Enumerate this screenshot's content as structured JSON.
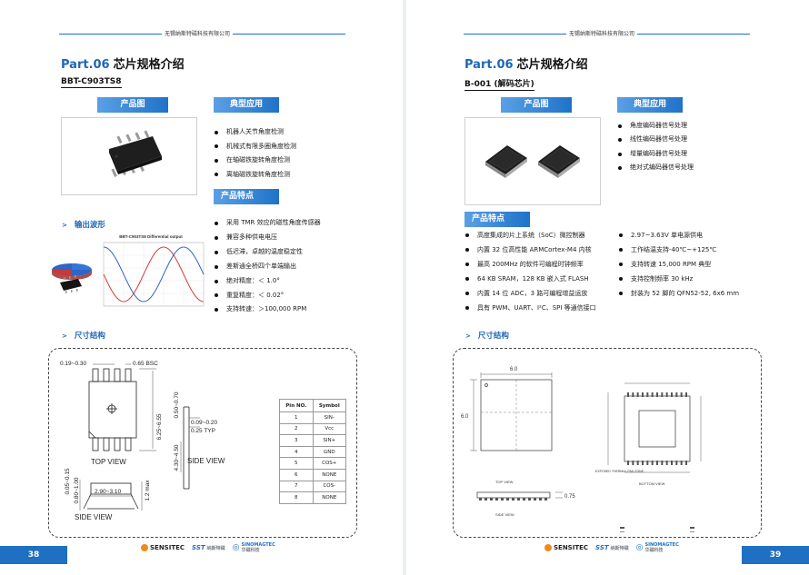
{
  "company": "无锡纳斯特磁科技有限公司",
  "left": {
    "part_label": "Part.06",
    "title": "芯片规格介绍",
    "model": "BBT-C903TS8",
    "product_image_label": "产品图",
    "typical_apps_label": "典型应用",
    "typical_apps": [
      "机器人关节角度检测",
      "机械式有限多圈角度检测",
      "在轴磁铁旋转角度检测",
      "离轴磁铁旋转角度检测"
    ],
    "features_label": "产品特点",
    "features": [
      "采用 TMR 效应的磁性角度传感器",
      "兼容多种供电电压",
      "低迟滞，卓越的温度稳定性",
      "差斯通全桥四个单端输出",
      "绝对精度：＜ 1.0°",
      "重复精度：＜ 0.02°",
      "支持转速：＞100,000 RPM"
    ],
    "waveform_label": "输出波形",
    "waveform_chart_title": "BBT-C903TS8 Differential output",
    "dimension_label": "尺寸结构",
    "dims": {
      "top_w": "0.19~0.30",
      "pitch": "0.65 BSC",
      "len": "6.25~6.55",
      "top_view": "TOP VIEW",
      "h1": "0.50~0.70",
      "h2": "0.09~0.20",
      "h3": "0.25 TYP",
      "h4": "4.30~4.50",
      "side_view_r": "SIDE VIEW",
      "sv1": "0.05~0.15",
      "sv2": "0.80~1.00",
      "sv3": "2.90~3.10",
      "sv4": "1.2 max",
      "side_view_b": "SIDE VIEW"
    },
    "pin_table": {
      "headers": [
        "Pin NO.",
        "Symbol"
      ],
      "rows": [
        [
          "1",
          "SIN-"
        ],
        [
          "2",
          "Vcc"
        ],
        [
          "3",
          "SIN+"
        ],
        [
          "4",
          "GND"
        ],
        [
          "5",
          "COS+"
        ],
        [
          "6",
          "NONE"
        ],
        [
          "7",
          "COS-"
        ],
        [
          "8",
          "NONE"
        ]
      ]
    },
    "page_number": "38"
  },
  "right": {
    "part_label": "Part.06",
    "title": "芯片规格介绍",
    "model": "B-001 (解码芯片)",
    "product_image_label": "产品图",
    "typical_apps_label": "典型应用",
    "typical_apps": [
      "角度编码器信号处理",
      "线性编码器信号处理",
      "增量编码器信号处理",
      "绝对式编码器信号处理"
    ],
    "features_label": "产品特点",
    "features_col1": [
      "高度集成的片上系统（SoC）微控制器",
      "内置 32 位高性能 ARMCortex-M4 内核",
      "最高 200MHz 的软件可编程时钟频率",
      "64 KB SRAM，128 KB 嵌入式 FLASH",
      "内置 14 位 ADC，3 路可编程增益运放",
      "具有 PWM、UART、I²C、SPI 等通信接口"
    ],
    "features_col2": [
      "2.97~3.63V 单电源供电",
      "工作结温支持-40℃~+125℃",
      "支持转速 15,000 RPM 典型",
      "支持控制频率 30 kHz",
      "封装为 52 脚的 QFN52-52, 6x6 mm"
    ],
    "dimension_label": "尺寸结构",
    "dims": {
      "w": "6.0",
      "h": "6.0",
      "t": "0.75",
      "top_view": "TOP VIEW",
      "bottom_view": "BOTTOM VIEW",
      "side_view": "SIDE VIEW",
      "pad_note": "EXPOSED THERMAL PAD ZONE"
    },
    "page_number": "39"
  },
  "logos": {
    "sensitec": "SENSITEC",
    "sst": "SST",
    "sst_cn": "纳斯特磁",
    "third": "SINOMAGTEC",
    "third_cn": "华磁科技"
  },
  "colors": {
    "accent": "#1f6fc2",
    "bar_light": "#5aa0e6"
  }
}
